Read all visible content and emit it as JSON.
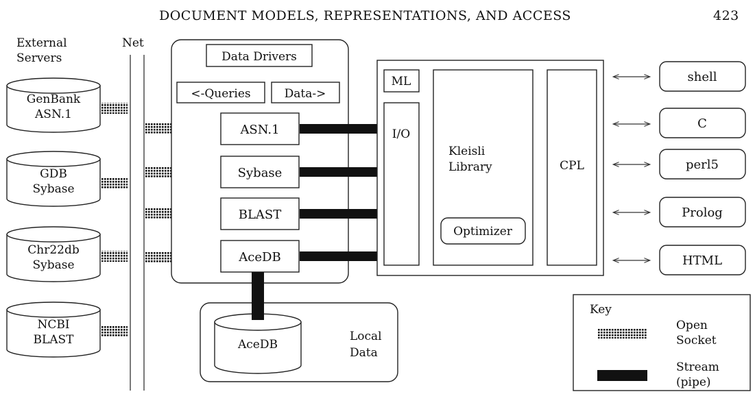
{
  "page_header": {
    "title": "DOCUMENT MODELS, REPRESENTATIONS, AND ACCESS",
    "page_number": "423"
  },
  "columns": {
    "external_servers": [
      "External",
      "Servers"
    ],
    "net": "Net"
  },
  "external_servers": [
    {
      "line1": "GenBank",
      "line2": "ASN.1"
    },
    {
      "line1": "GDB",
      "line2": "Sybase"
    },
    {
      "line1": "Chr22db",
      "line2": "Sybase"
    },
    {
      "line1": "NCBI",
      "line2": "BLAST"
    }
  ],
  "driver_panel": {
    "title": "Data Drivers",
    "queries": "<-Queries",
    "data": "Data->",
    "drivers": [
      "ASN.1",
      "Sybase",
      "BLAST",
      "AceDB"
    ]
  },
  "local_data": {
    "db": "AceDB",
    "label_line1": "Local",
    "label_line2": "Data"
  },
  "kleisli": {
    "ml": "ML",
    "io": "I/O",
    "library_line1": "Kleisli",
    "library_line2": "Library",
    "optimizer": "Optimizer",
    "cpl": "CPL"
  },
  "interfaces": [
    "shell",
    "C",
    "perl5",
    "Prolog",
    "HTML"
  ],
  "key": {
    "title": "Key",
    "open_socket_line1": "Open",
    "open_socket_line2": "Socket",
    "stream_line1": "Stream",
    "stream_line2": "(pipe)"
  }
}
